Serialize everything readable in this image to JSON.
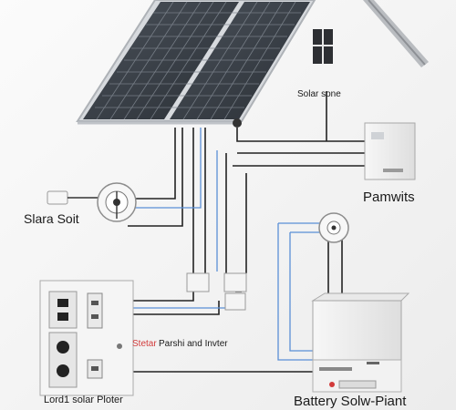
{
  "labels": {
    "solar_zone": "Solar sone",
    "pamwits": "Pamwits",
    "slara_soit": "Slara Soit",
    "inverter_prefix": "Stetar",
    "inverter": "Parshi and Invter",
    "lord_plotter": "Lord1 solar Ploter",
    "battery": "Battery Solw-Piant"
  },
  "colors": {
    "wire_black": "#222222",
    "wire_blue": "#5a8fd6",
    "panel_cell": "#3a3f46",
    "panel_frame": "#cfd3d8",
    "device_white": "#f0f0f0",
    "accent_red": "#d23b3b"
  },
  "icons": {
    "solar_panel": "solar-panel-icon",
    "meter": "meter-icon",
    "inverter_box": "inverter-box-icon",
    "battery": "battery-icon",
    "breaker_panel": "breaker-panel-icon",
    "junction_box": "junction-box-icon"
  }
}
